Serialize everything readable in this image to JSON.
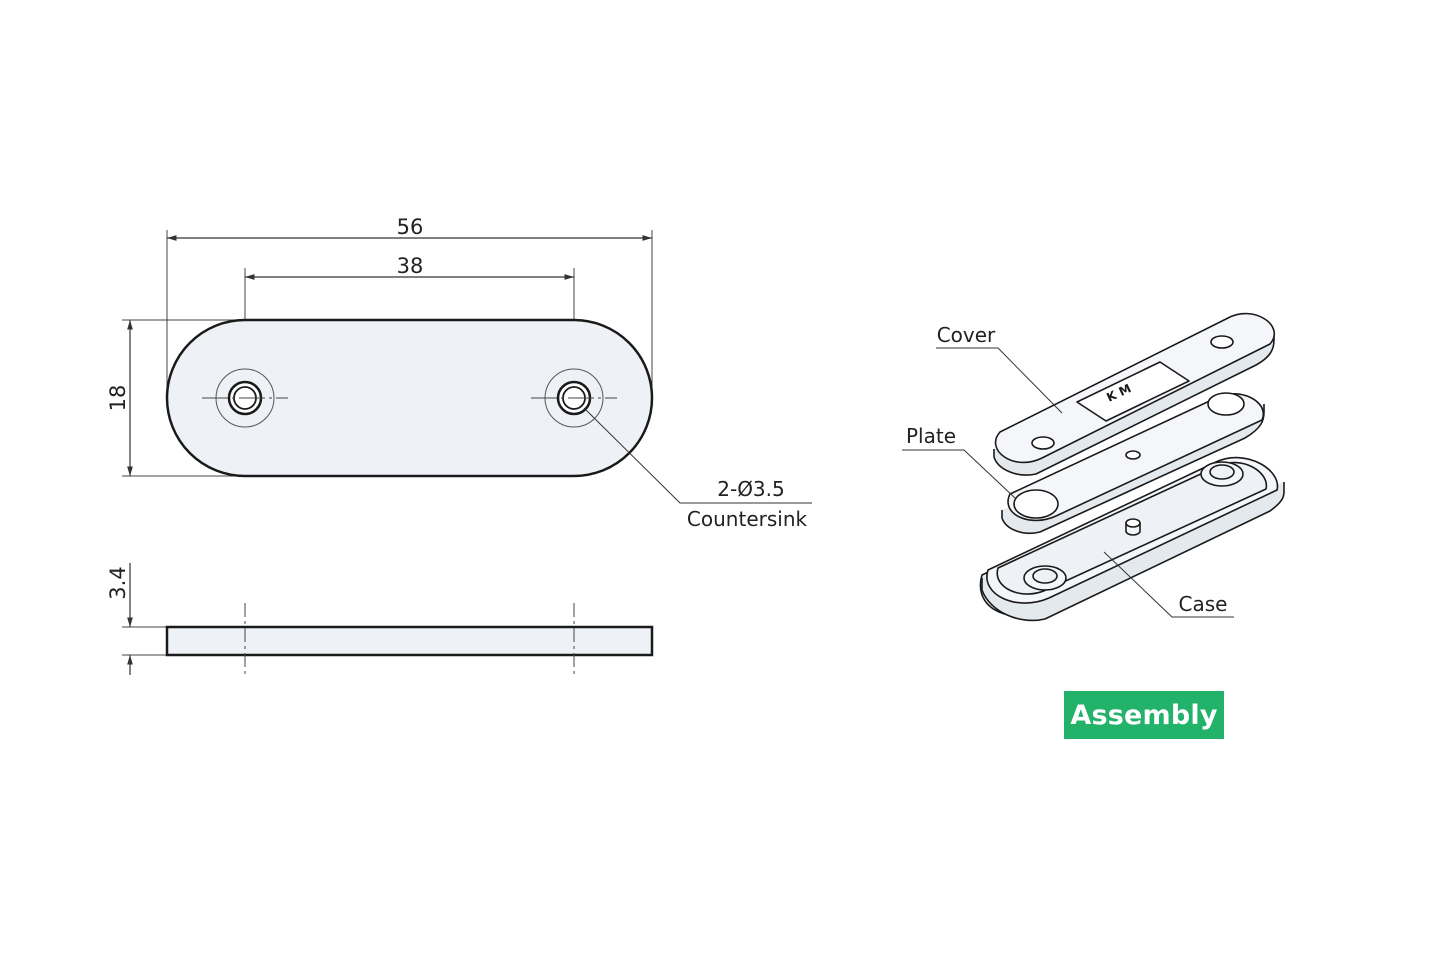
{
  "front_view": {
    "overall_length": "56",
    "hole_spacing": "38",
    "height": "18",
    "hole_spec_line1": "2-Ø3.5",
    "hole_spec_line2": "Countersink"
  },
  "side_view": {
    "thickness": "3.4"
  },
  "assembly": {
    "cover_label": "Cover",
    "plate_label": "Plate",
    "case_label": "Case",
    "badge_label": "Assembly",
    "badge_color": "#22b26a"
  }
}
